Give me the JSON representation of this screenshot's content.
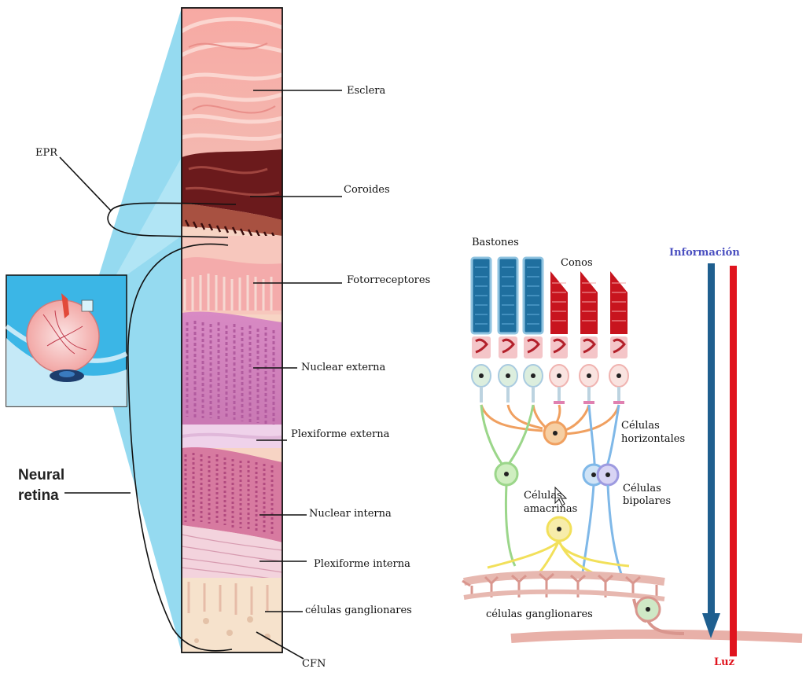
{
  "left_panel": {
    "layers": [
      {
        "key": "esclera",
        "label": "Esclera"
      },
      {
        "key": "coroides",
        "label": "Coroides"
      },
      {
        "key": "fotorreceptores",
        "label": "Fotorreceptores"
      },
      {
        "key": "nuclear_externa",
        "label": "Nuclear externa"
      },
      {
        "key": "plexiforme_externa",
        "label": "Plexiforme externa"
      },
      {
        "key": "nuclear_interna",
        "label": "Nuclear interna"
      },
      {
        "key": "plexiforme_interna",
        "label": "Plexiforme interna"
      },
      {
        "key": "celulas_ganglionares",
        "label": "células ganglionares"
      },
      {
        "key": "cfn",
        "label": "CFN"
      }
    ],
    "epr_label": "EPR",
    "neural_retina_line1": "Neural",
    "neural_retina_line2": "retina"
  },
  "right_panel": {
    "bastones_label": "Bastones",
    "conos_label": "Conos",
    "horizontales_line1": "Células",
    "horizontales_line2": "horizontales",
    "bipolares_line1": "Células",
    "bipolares_line2": "bipolares",
    "amacrinas_line1": "Células",
    "amacrinas_line2": "amacrinas",
    "ganglionares_label": "células ganglionares",
    "informacion_label": "Información",
    "luz_label": "Luz"
  },
  "colors": {
    "informacion": "#4a4fc0",
    "informacion_arrow": "#1f5f8f",
    "luz": "#e0141e",
    "rod": "#1f6f9f",
    "cone": "#c8141e",
    "trapezoid": "#8fd8ef",
    "amacrine": "#f2e05a",
    "bipolar": "#7fb8e8",
    "horizontal": "#f0a060"
  }
}
